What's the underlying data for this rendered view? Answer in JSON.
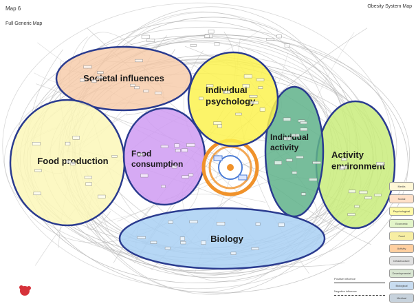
{
  "header": {
    "map_title": "Map 6",
    "map_subtitle": "Full Generic Map",
    "system_title": "Obesity System Map",
    "system_subtitle": ""
  },
  "clusters": [
    {
      "id": "societal",
      "label": [
        "Societal influences"
      ],
      "color": "#f6c9a6"
    },
    {
      "id": "individual-psychology",
      "label": [
        "Individual",
        "psychology"
      ],
      "color": "#fbf24f"
    },
    {
      "id": "food-production",
      "label": [
        "Food production"
      ],
      "color": "#fbf7b8"
    },
    {
      "id": "food-consumption",
      "label": [
        "Food",
        "consumption"
      ],
      "color": "#cf9bf2"
    },
    {
      "id": "individual-activity",
      "label": [
        "Individual",
        "activity"
      ],
      "color": "#5fb18a"
    },
    {
      "id": "activity-environment",
      "label": [
        "Activity",
        "environment"
      ],
      "color": "#c9ec7b"
    },
    {
      "id": "biology",
      "label": [
        "Biology"
      ],
      "color": "#a9d0f3"
    }
  ],
  "core": {
    "color": "#f0922a"
  },
  "legend": [
    {
      "label": "Media",
      "color": "#fff7d7"
    },
    {
      "label": "Social",
      "color": "#ffe0c8"
    },
    {
      "label": "Psychological",
      "color": "#fff9a8"
    },
    {
      "label": "Economic",
      "color": "#e3f5c9"
    },
    {
      "label": "Food",
      "color": "#f7eea3"
    },
    {
      "label": "Activity",
      "color": "#ffcfa0"
    },
    {
      "label": "Infrastructure",
      "color": "#e0e0e0"
    },
    {
      "label": "Developmental",
      "color": "#d9e6d2"
    },
    {
      "label": "Biological",
      "color": "#c8dcf0"
    },
    {
      "label": "Medical",
      "color": "#c7d2dc"
    }
  ],
  "influence_key": {
    "positive": "Positive influence",
    "negative": "Negative influence"
  }
}
